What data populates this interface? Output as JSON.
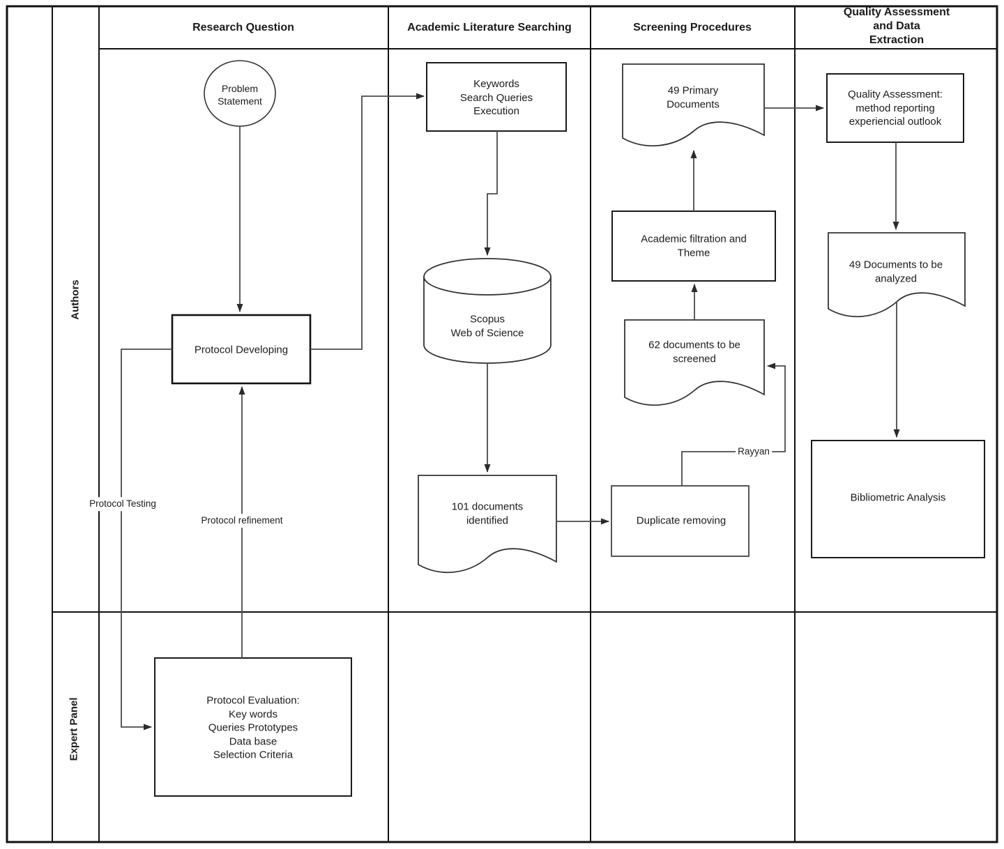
{
  "diagram": {
    "columns": {
      "research_question": "Research Question",
      "literature_searching": "Academic Literature Searching",
      "screening": "Screening Procedures",
      "quality": "Quality Assessment and Data\nExtraction"
    },
    "lanes": {
      "authors": "Authors",
      "expert_panel": "Expert Panel"
    },
    "nodes": {
      "problem_statement": "Problem\nStatement",
      "protocol_developing": "Protocol Developing",
      "protocol_evaluation": "Protocol Evaluation:\nKey words\nQueries Prototypes\nData base\nSelection Criteria",
      "keywords": "Keywords\nSearch Queries\nExecution",
      "databases": "Scopus\nWeb of Science",
      "documents_identified": "101 documents\nidentified",
      "duplicate_removing": "Duplicate removing",
      "documents_to_screen": "62 documents to be\nscreened",
      "academic_filtration": "Academic filtration and\nTheme",
      "primary_documents": "49 Primary\nDocuments",
      "quality_assessment": "Quality Assessment:\nmethod reporting\nexperiencial outlook",
      "documents_to_analyze": "49 Documents to be\nanalyzed",
      "bibliometric_analysis": "Bibliometric Analysis"
    },
    "edge_labels": {
      "protocol_testing": "Protocol Testing",
      "protocol_refinement": "Protocol refinement",
      "rayyan": "Rayyan"
    },
    "colors": {
      "stroke": "#1a1a1a",
      "connector": "#4a4a4a",
      "background": "#ffffff"
    }
  }
}
